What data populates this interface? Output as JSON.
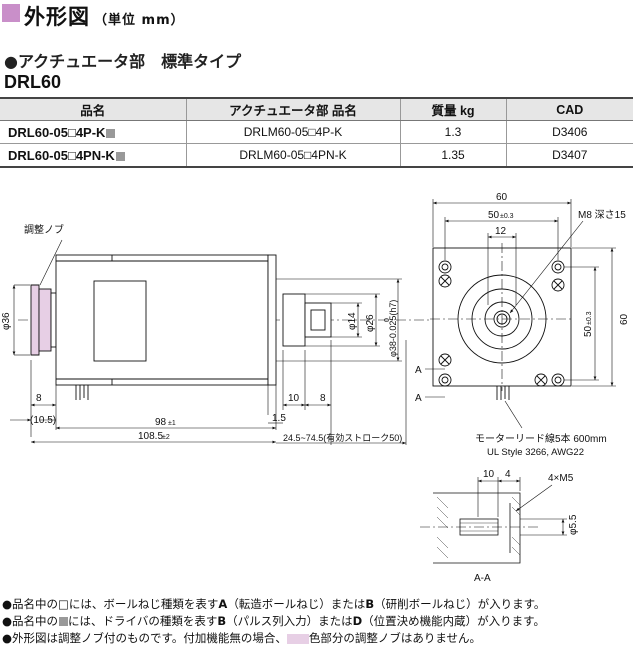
{
  "header": {
    "title": "外形図",
    "unit": "（単位 mm）",
    "subheading": "●アクチュエータ部　標準タイプ",
    "model": "DRL60"
  },
  "table": {
    "columns": [
      "品名",
      "アクチュエータ部 品名",
      "質量 kg",
      "CAD"
    ],
    "rows": [
      {
        "product": "DRL60-05□4P-K",
        "actuator": "DRLM60-05□4P-K",
        "mass": "1.3",
        "cad": "D3406"
      },
      {
        "product": "DRL60-05□4PN-K",
        "actuator": "DRLM60-05□4PN-K",
        "mass": "1.35",
        "cad": "D3407"
      }
    ]
  },
  "side_view": {
    "knob_label": "調整ノブ",
    "dim_phi36": "φ36",
    "dim_8_left": "8",
    "dim_10_5": "(10.5)",
    "dim_98": "98",
    "tol_98": "±1",
    "dim_108_5": "108.5",
    "tol_108_5": "±2",
    "dim_1_5": "1.5",
    "dim_10": "10",
    "dim_8_right": "8",
    "stroke": "24.5~74.5(有効ストローク50)",
    "dim_phi14": "φ14",
    "dim_phi26": "φ26",
    "dim_phi38": "φ38-0.025(h7)",
    "dim_phi38_0": "0"
  },
  "front_view": {
    "dim_60_top": "60",
    "dim_50": "50",
    "tol_50": "±0.3",
    "dim_12": "12",
    "m8": "M8 深さ15",
    "dim_50_right": "50",
    "tol_50_right": "±0.3",
    "dim_60_right": "60",
    "mark_a_top": "A",
    "mark_a_bottom": "A",
    "lead_line1": "モーターリード線5本 600mm",
    "lead_line2": "UL Style 3266, AWG22"
  },
  "section": {
    "dim_10": "10",
    "dim_4": "4",
    "m5": "4×M5",
    "phi5_5": "φ5.5",
    "label": "A-A"
  },
  "notes": {
    "n1_a": "●品名中の□には、ボールねじ種類を表す",
    "n1_b": "A",
    "n1_c": "（転造ボールねじ）または",
    "n1_d": "B",
    "n1_e": "（研削ボールねじ）が入ります。",
    "n2_a": "●品名中の",
    "n2_b": "には、ドライバの種類を表す",
    "n2_c": "B",
    "n2_d": "（パルス列入力）または",
    "n2_e": "D",
    "n2_f": "（位置決め機能内蔵）が入ります。",
    "n3_a": "●外形図は調整ノブ付のものです。付加機能無の場合、",
    "n3_b": "色部分の調整ノブはありません。"
  }
}
